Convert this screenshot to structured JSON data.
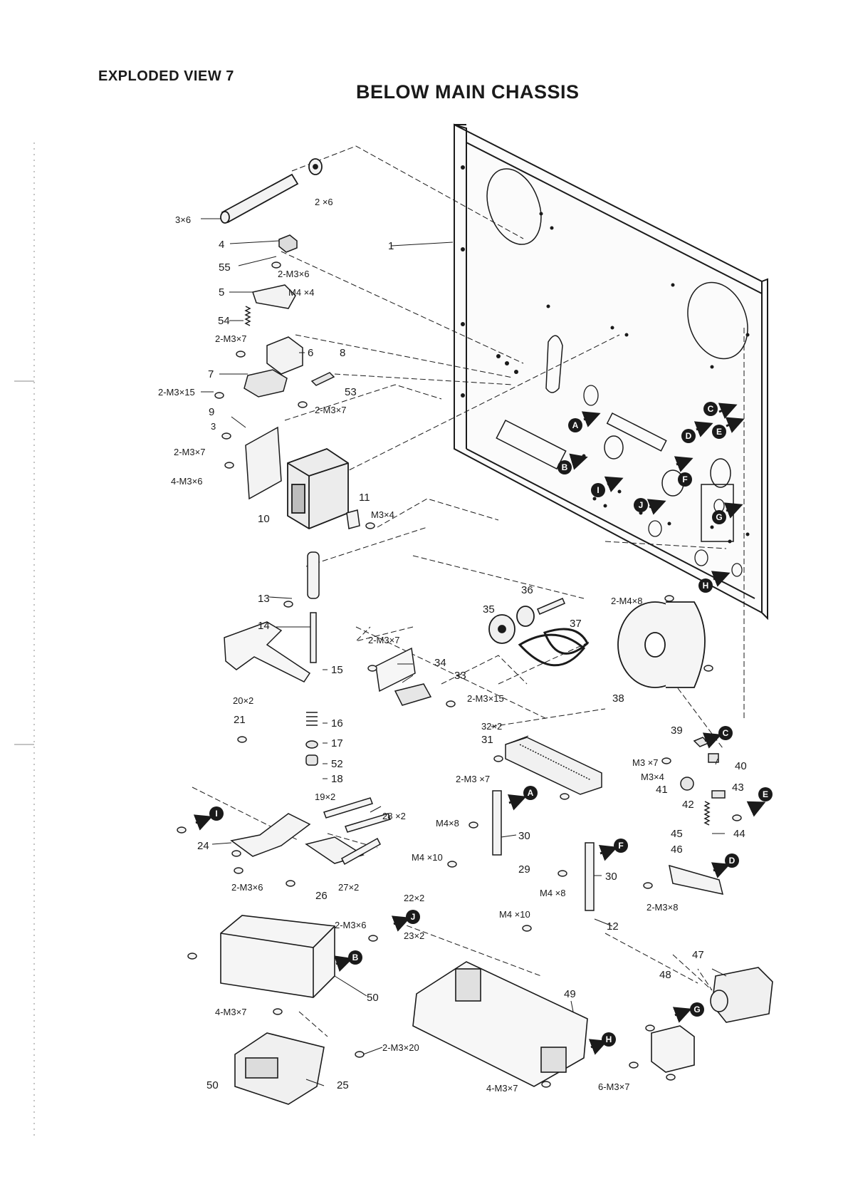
{
  "header": {
    "view_label": "EXPLODED VIEW 7",
    "title": "BELOW MAIN CHASSIS"
  },
  "callouts": {
    "c1": "1",
    "c2": "2 ×6",
    "c3": "3×6",
    "c4": "4",
    "c55": "55",
    "c2m3x6a": "2-M3×6",
    "c5": "5",
    "cm4x4": "M4 ×4",
    "c54": "54",
    "c2m3x7a": "2-M3×7",
    "c6": "6",
    "c8": "8",
    "c7": "7",
    "c2m3x15a": "2-M3×15",
    "c53": "53",
    "c2m3x7b": "2-M3×7",
    "c9": "9",
    "c3b": "3",
    "c2m3x7c": "2-M3×7",
    "c4m3x6": "4-M3×6",
    "c10": "10",
    "c11": "11",
    "cm3x4a": "M3×4",
    "c13": "13",
    "c14": "14",
    "c15": "15",
    "c20x2": "20×2",
    "c21": "21",
    "c16": "16",
    "c17": "17",
    "c52": "52",
    "c18": "18",
    "c19x2": "19×2",
    "c28x2": "28 ×2",
    "c24": "24",
    "c2m3x6b": "2-M3×6",
    "c26": "26",
    "c27x2": "27×2",
    "c22x2": "22×2",
    "c2m3x6c": "2-M3×6",
    "c23x2": "23×2",
    "c36": "36",
    "c35": "35",
    "c37": "37",
    "c2m4x8": "2-M4×8",
    "c38": "38",
    "c2m3x7d": "2-M3×7",
    "c34": "34",
    "c33": "33",
    "c2m3x15b": "2-M3×15",
    "c32x2": "32×2",
    "c31": "31",
    "c2m3x7e": "2-M3 ×7",
    "cm4x8a": "M4×8",
    "c30a": "30",
    "cm4x10a": "M4 ×10",
    "c29": "29",
    "c39": "39",
    "cm3x7": "M3 ×7",
    "c40": "40",
    "cm3x4b": "M3×4",
    "c41": "41",
    "c43": "43",
    "c42": "42",
    "c44": "44",
    "c45": "45",
    "c46": "46",
    "c30b": "30",
    "cm4x8b": "M4 ×8",
    "cm4x10b": "M4 ×10",
    "c12": "12",
    "c2m3x8": "2-M3×8",
    "c50a": "50",
    "c4m3x7a": "4-M3×7",
    "c49": "49",
    "c47": "47",
    "c48": "48",
    "c2m3x20": "2-M3×20",
    "c50b": "50",
    "c25": "25",
    "c4m3x7b": "4-M3×7",
    "c6m3x7": "6-M3×7"
  },
  "reference_markers": [
    "A",
    "B",
    "C",
    "D",
    "E",
    "F",
    "G",
    "H",
    "I",
    "J"
  ]
}
